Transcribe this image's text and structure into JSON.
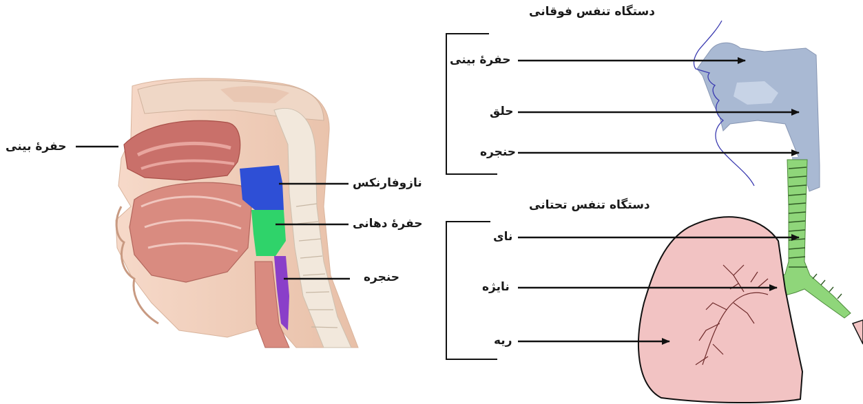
{
  "left_panel": {
    "labels": {
      "nasal_cavity": "حفرهٔ بینی",
      "nasopharynx": "نازوفارنکس",
      "oral_cavity": "حفرهٔ دهانی",
      "larynx": "حنجره"
    }
  },
  "upper_system": {
    "title": "دستگاه تنفس فوقانی",
    "labels": {
      "nasal_cavity": "حفرهٔ بینی",
      "pharynx": "حلق",
      "larynx": "حنجره"
    }
  },
  "lower_system": {
    "title": "دستگاه تنفس تحتانی",
    "labels": {
      "trachea": "نای",
      "bronchus": "نایژه",
      "lung": "ریه"
    }
  },
  "colors": {
    "nasopharynx": "#2e4fd6",
    "oropharynx": "#2fd36a",
    "laryngopharynx": "#8a3fc9",
    "upper_tract": "#a9b9d3",
    "trachea": "#8fd67a",
    "lung": "#f2c3c3"
  }
}
